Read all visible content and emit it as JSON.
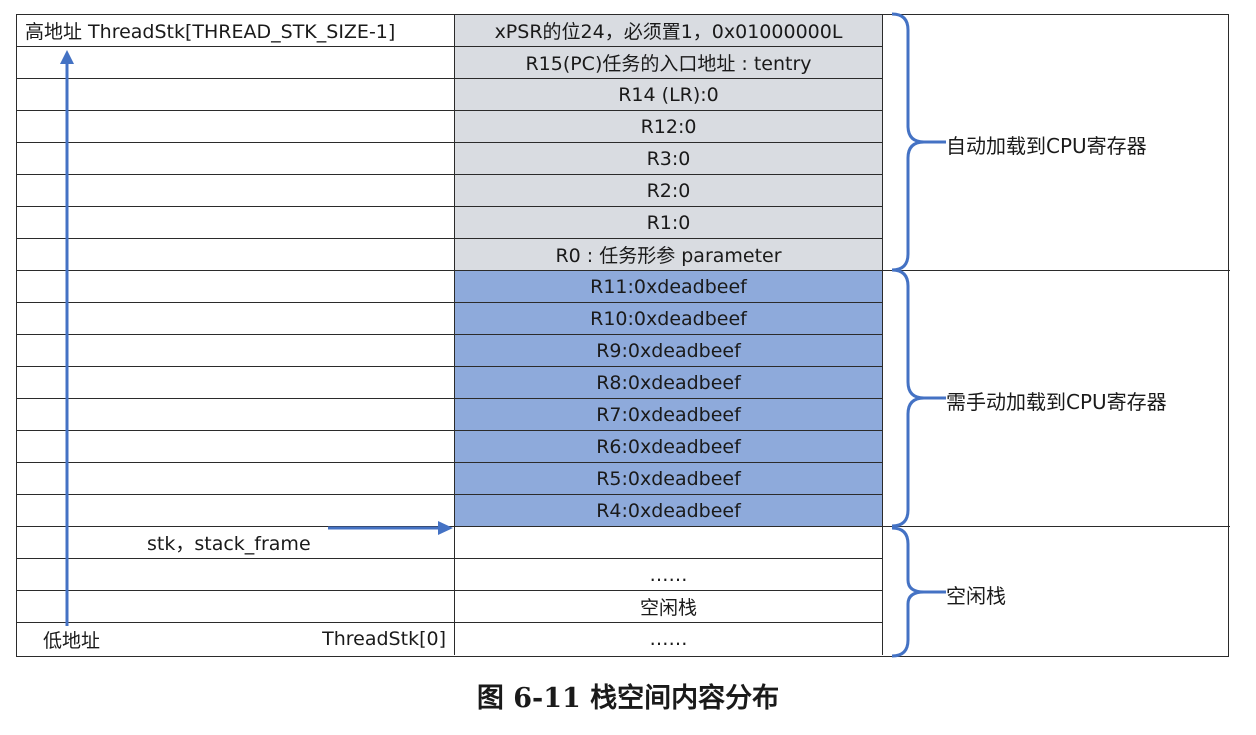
{
  "diagram": {
    "high_address_label": "高地址 ThreadStk[THREAD_STK_SIZE-1]",
    "low_address_label": "低地址",
    "low_address_index": "ThreadStk[0]",
    "stk_label": "stk，stack_frame",
    "auto_regs": [
      "xPSR的位24，必须置1，0x01000000L",
      "R15(PC)任务的入口地址 : tentry",
      "R14 (LR):0",
      "R12:0",
      "R3:0",
      "R2:0",
      "R1:0",
      "R0 : 任务形参 parameter"
    ],
    "manual_regs": [
      "R11:0xdeadbeef",
      "R10:0xdeadbeef",
      "R9:0xdeadbeef",
      "R8:0xdeadbeef",
      "R7:0xdeadbeef",
      "R6:0xdeadbeef",
      "R5:0xdeadbeef",
      "R4:0xdeadbeef"
    ],
    "free_rows": [
      "",
      "……",
      "空闲栈",
      "……"
    ],
    "brace_labels": {
      "auto": "自动加载到CPU寄存器",
      "manual": "需手动加载到CPU寄存器",
      "free": "空闲栈"
    },
    "colors": {
      "auto_fill": "#d9dce1",
      "manual_fill": "#8eaadb",
      "arrow": "#4472c4",
      "line": "#2b2b2b"
    }
  },
  "caption": "图 6-11 栈空间内容分布"
}
